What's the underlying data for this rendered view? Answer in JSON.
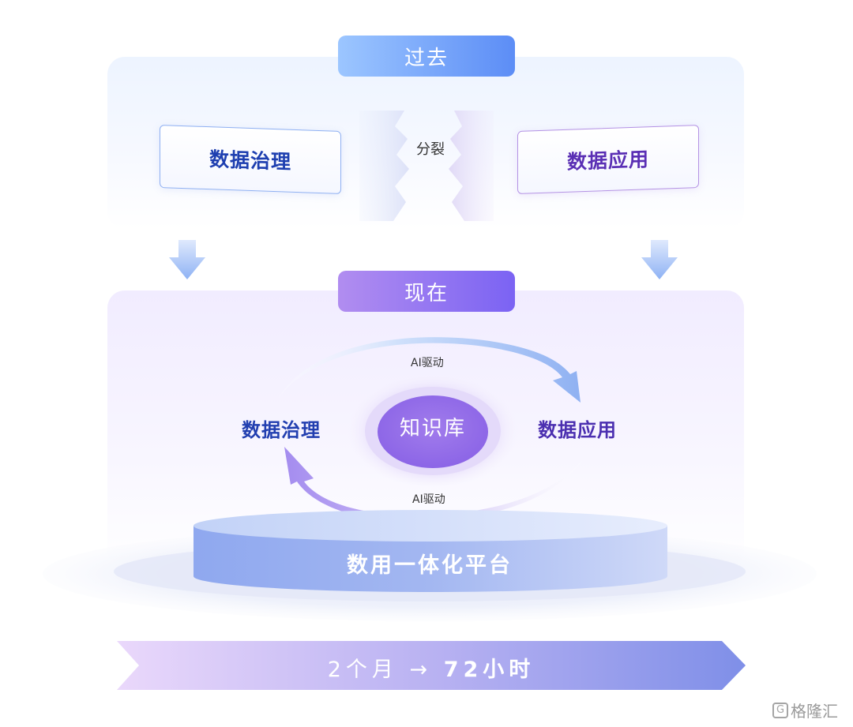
{
  "past": {
    "title": "过去",
    "governance": "数据治理",
    "application": "数据应用",
    "split_label": "分裂"
  },
  "now": {
    "title": "现在",
    "governance": "数据治理",
    "application": "数据应用",
    "ai_top": "AI驱动",
    "ai_bottom": "AI驱动",
    "knowledge_base": "知识库",
    "platform": "数用一体化平台"
  },
  "banner": {
    "from": "2个月",
    "arrow": "→",
    "to": "72小时"
  },
  "watermark": {
    "mark": "G",
    "text": "格隆汇"
  },
  "colors": {
    "past_accent": "#5c8df6",
    "now_accent": "#7b63f3",
    "governance_text": "#1e3fb0",
    "application_text": "#5a2fb4"
  }
}
